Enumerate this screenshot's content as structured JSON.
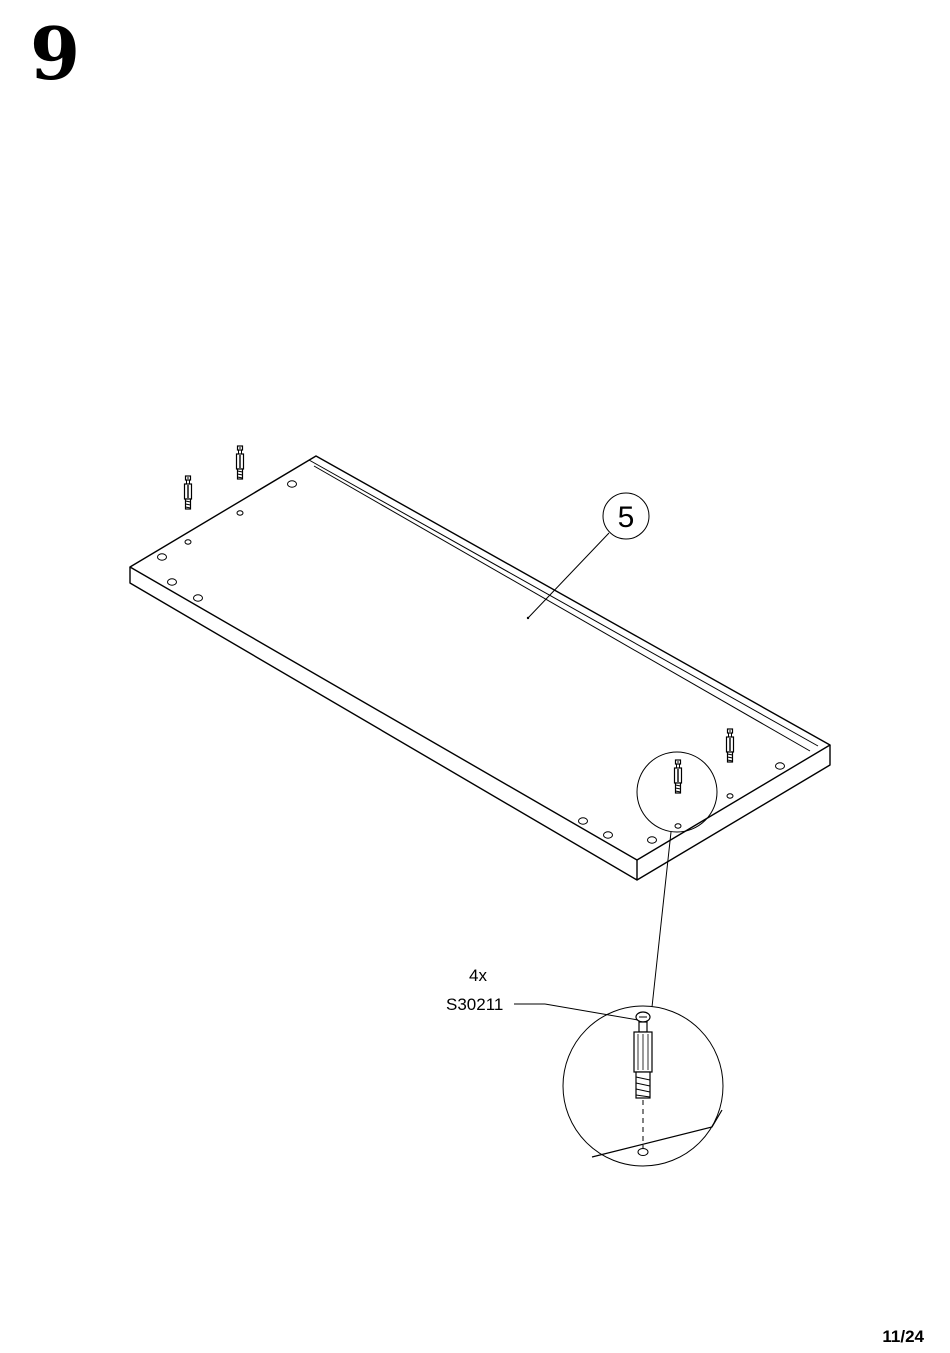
{
  "step": {
    "number": "9"
  },
  "part": {
    "label": "5"
  },
  "hardware": {
    "quantity": "4x",
    "code": "S30211"
  },
  "footer": {
    "page": "11/24"
  }
}
